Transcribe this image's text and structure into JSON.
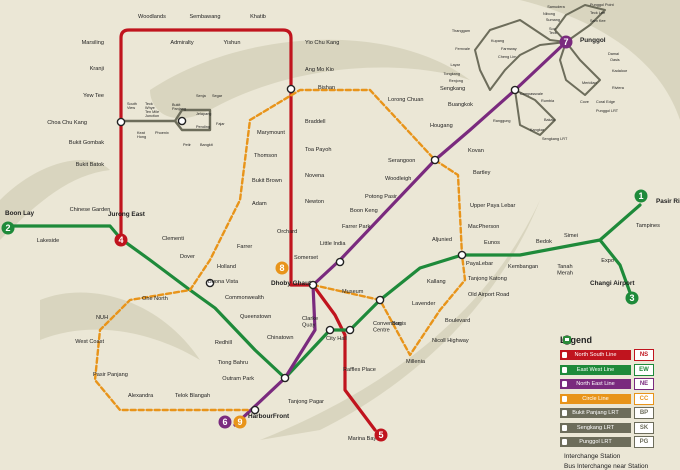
{
  "lines": {
    "ns": {
      "color": "#c0141e"
    },
    "ew": {
      "color": "#1e8a3a"
    },
    "ne": {
      "color": "#7a2a7e"
    },
    "cc": {
      "color": "#e8941a"
    },
    "lrt": {
      "color": "#6d6d5b"
    }
  },
  "terminals": {
    "ns_tl": "1",
    "ew_west": "2",
    "ew_east": "3",
    "ns_bottom": "4",
    "ns_marina": "5",
    "ne_harbour": "6",
    "ne_punggol": "7",
    "cc_dhoby": "8",
    "cc_harbour": "9"
  },
  "stations": {
    "woodlands": "Woodlands",
    "sembawang": "Sembawang",
    "khatib": "Khatib",
    "admiralty": "Admiralty",
    "yishun": "Yishun",
    "marsiling": "Marsiling",
    "kranji": "Kranji",
    "yew_tee": "Yew Tee",
    "choa_chu_kang": "Choa Chu Kang",
    "bukit_gombak": "Bukit Gombak",
    "bukit_batok": "Bukit Batok",
    "jurong_east": "Jurong East",
    "yio_chu_kang": "Yio Chu Kang",
    "ang_mo_kio": "Ang Mo Kio",
    "bishan": "Bishan",
    "braddell": "Braddell",
    "toa_payoh": "Toa Payoh",
    "novena": "Novena",
    "newton": "Newton",
    "orchard": "Orchard",
    "somerset": "Somerset",
    "dhoby_ghaut": "Dhoby Ghaut",
    "city_hall": "City Hall",
    "raffles_place": "Raffles Place",
    "marina_bay": "Marina Bay",
    "boon_lay": "Boon Lay",
    "lakeside": "Lakeside",
    "chinese_garden": "Chinese Garden",
    "clementi": "Clementi",
    "dover": "Dover",
    "buona_vista": "Buona Vista",
    "commonwealth": "Commonwealth",
    "queenstown": "Queenstown",
    "redhill": "Redhill",
    "tiong_bahru": "Tiong Bahru",
    "outram_park": "Outram Park",
    "tanjong_pagar": "Tanjong Pagar",
    "bugis": "Bugis",
    "lavender": "Lavender",
    "kallang": "Kallang",
    "aljunied": "Aljunied",
    "paya_lebar": "PayaLebar",
    "eunos": "Eunos",
    "kembangan": "Kembangan",
    "bedok": "Bedok",
    "tanah_merah": "Tanah\nMerah",
    "simei": "Simei",
    "tampines": "Tampines",
    "pasir_ris": "Pasir Ris",
    "expo": "Expo",
    "changi_airport": "Changi Airport",
    "harbourfront": "HarbourFront",
    "chinatown": "Chinatown",
    "clarke_quay": "Clarke\nQuay",
    "little_india": "Little India",
    "farrer_park": "Farrer Park",
    "boon_keng": "Boon Keng",
    "potong_pasir": "Potong Pasir",
    "woodleigh": "Woodleigh",
    "serangoon": "Serangoon",
    "kovan": "Kovan",
    "hougang": "Hougang",
    "buangkok": "Buangkok",
    "sengkang": "Sengkang",
    "punggol": "Punggol",
    "marymount": "Marymount",
    "lorong_chuan": "Lorong Chuan",
    "thomson": "Thomson",
    "bukit_brown": "Bukit Brown",
    "adam": "Adam",
    "farrer": "Farrer",
    "holland": "Holland",
    "one_north": "One North",
    "nuh": "NUH",
    "west_coast": "West Coast",
    "pasir_panjang": "Pasir Panjang",
    "alexandra": "Alexandra",
    "telok_blangah": "Telok Blangah",
    "bartley": "Bartley",
    "upper_paya_lebar": "Upper Paya Lebar",
    "macpherson": "MacPherson",
    "tanjong_katong": "Tanjong Katong",
    "old_airport_road": "Old Airport Road",
    "boulevard": "Boulevard",
    "nicoll_highway": "Nicoll Highway",
    "millenia": "Millenia",
    "convention_centre": "Convention\nCentre",
    "museum": "Museum",
    "south_view": "South\nView",
    "keat_hong": "Keat\nHong",
    "teck_whye": "Teck\nWhye",
    "phoenix": "Phoenix",
    "bukit_panjang": "Bukit\nPanjang",
    "ten_mile": "Ten Mile\nJunction",
    "senja": "Senja",
    "segar": "Segar",
    "jelapang": "Jelapang",
    "fajar": "Fajar",
    "pending": "Pending",
    "petir": "Petir",
    "bangkit": "Bangkit",
    "compassvale": "Compassvale",
    "rumbia": "Rumbia",
    "bakau": "Bakau",
    "kangkar": "Kangkar",
    "ranggung": "Ranggung",
    "cheng_lim": "Cheng Lim",
    "farmway": "Farmway",
    "kupang": "Kupang",
    "thanggam": "Thanggam",
    "fernvale": "Fernvale",
    "layar": "Layar",
    "tongkang": "Tongkang",
    "renjong": "Renjong",
    "samudera": "Samudera",
    "nibong": "Nibong",
    "sumang": "Sumang",
    "soo_teck": "Soo\nTeck",
    "punggol_point": "Punggol Point",
    "teck_lee": "Teck Lee",
    "sam_kee": "Sam Kee",
    "kadaloor": "Kadaloor",
    "oasis": "Oasis",
    "damai": "Damai",
    "riviera": "Riviera",
    "coral_edge": "Coral Edge",
    "meridian": "Meridian",
    "cove": "Cove",
    "punggol_lrt": "Punggol LRT",
    "sengkang_lrt": "Sengkang LRT"
  },
  "legend": {
    "title": "Legend",
    "items": [
      {
        "label": "North South Line",
        "code": "NS",
        "color": "#c0141e"
      },
      {
        "label": "East West Line",
        "code": "EW",
        "color": "#1e8a3a"
      },
      {
        "label": "North East Line",
        "code": "NE",
        "color": "#7a2a7e"
      },
      {
        "label": "Circle Line",
        "code": "CC",
        "color": "#e8941a"
      },
      {
        "label": "Bukit Panjang LRT",
        "code": "BP",
        "color": "#6d6d5b"
      },
      {
        "label": "Sengkang LRT",
        "code": "SK",
        "color": "#6d6d5b"
      },
      {
        "label": "Punggol LRT",
        "code": "PG",
        "color": "#6d6d5b"
      }
    ],
    "interchange": "Interchange Station",
    "bus": "Bus Interchange near Station"
  }
}
